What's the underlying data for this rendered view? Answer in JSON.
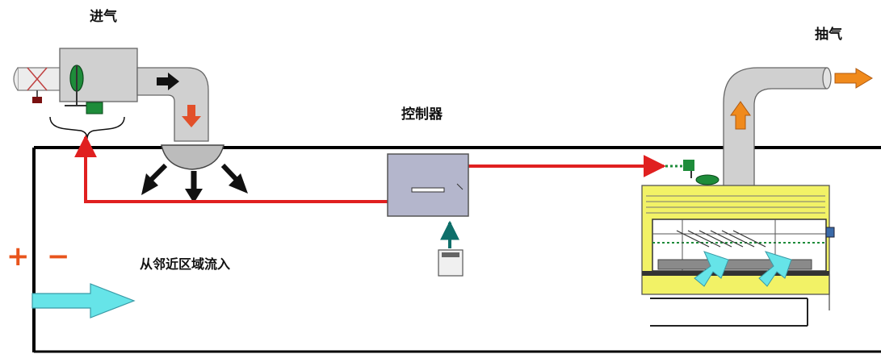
{
  "labels": {
    "intake": "进气",
    "exhaust": "抽气",
    "controller": "控制器",
    "inflow": "从邻近区域流入",
    "plus": "+",
    "minus": "−"
  },
  "colors": {
    "signal_line": "#e02020",
    "room_wall": "#000000",
    "duct_fill": "#d0d0d0",
    "controller_fill": "#b4b6cc",
    "hood_frame": "#f2f266",
    "inflow_arrow": "#66e4e8",
    "exhaust_arrow": "#f08a1c",
    "sensor_line": "#0e6f6a",
    "valve_green": "#1e8c3a"
  },
  "icons": {
    "intake_damper": "damper-icon",
    "exhaust_damper": "damper-icon",
    "sensor": "sensor-panel-icon",
    "diffuser": "ceiling-diffuser-icon"
  }
}
